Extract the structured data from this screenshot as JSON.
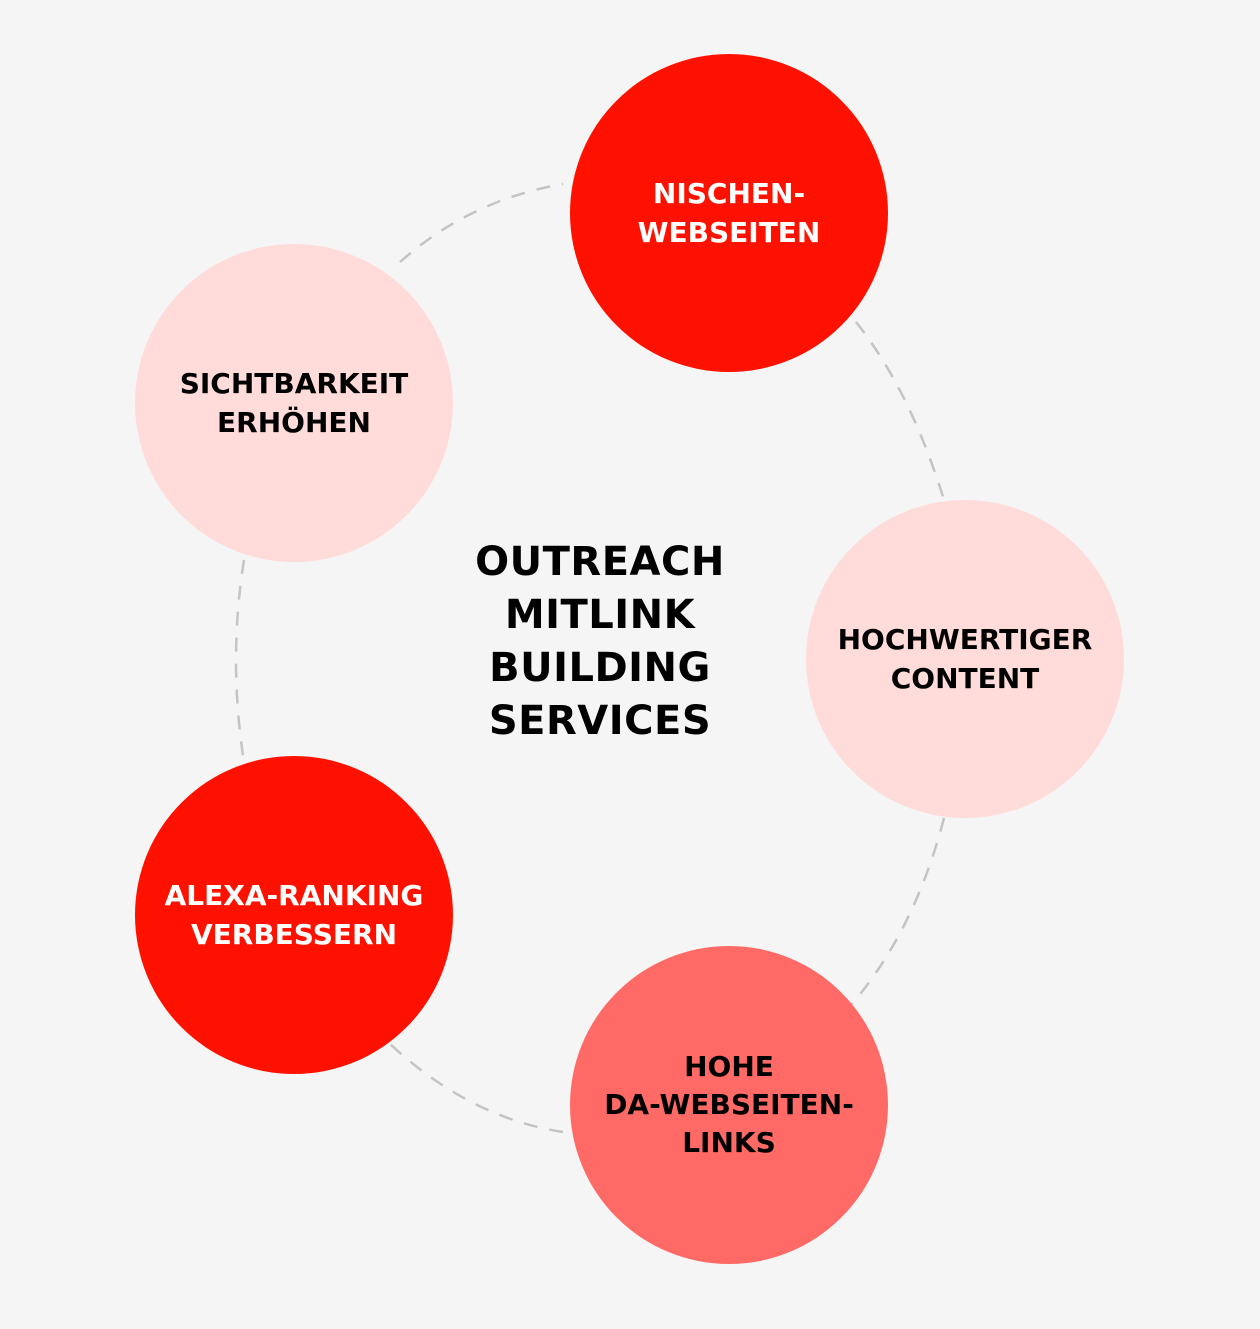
{
  "center": {
    "lines": [
      "OUTREACH",
      "MITLINK",
      "BUILDING",
      "SERVICES"
    ]
  },
  "nodes": [
    {
      "id": "nischen",
      "lines": [
        "NISCHEN-",
        "WEBSEITEN"
      ],
      "fill": "#ff1100",
      "text_color": "#ffffff"
    },
    {
      "id": "content",
      "lines": [
        "HOCHWERTIGER",
        "CONTENT"
      ],
      "fill": "#ffdcda",
      "text_color": "#000000"
    },
    {
      "id": "links",
      "lines": [
        "HOHE",
        "DA-WEBSEITEN-",
        "LINKS"
      ],
      "fill": "#ff6a66",
      "text_color": "#000000"
    },
    {
      "id": "alexa",
      "lines": [
        "ALEXA-RANKING",
        "VERBESSERN"
      ],
      "fill": "#ff1100",
      "text_color": "#ffffff"
    },
    {
      "id": "sichtbarkeit",
      "lines": [
        "SICHTBARKEIT",
        "ERHÖHEN"
      ],
      "fill": "#ffdcda",
      "text_color": "#000000"
    }
  ],
  "colors": {
    "background": "#f5f5f5",
    "connector": "#c4c4c4"
  }
}
